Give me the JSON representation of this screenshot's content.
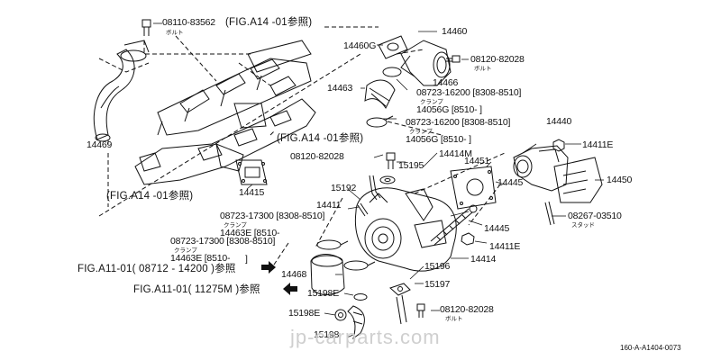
{
  "parts": {
    "p14460": "14460",
    "p14460g": "14460G",
    "p14469": "14469",
    "p14463": "14463",
    "p14466": "14466",
    "p14415": "14415",
    "p14440": "14440",
    "p14450": "14450",
    "p14451": "14451",
    "p14445a": "14445",
    "p14445b": "14445",
    "p14411e_a": "14411E",
    "p14411e_b": "14411E",
    "p14414m": "14414M",
    "p14414": "14414",
    "p14411": "14411",
    "p14468": "14468",
    "p15195": "15195",
    "p15192": "15192",
    "p15196": "15196",
    "p15197": "15197",
    "p15198e_a": "15198E",
    "p15198e_b": "15198E",
    "p15198": "15198"
  },
  "bolts": {
    "b1": "08110-83562",
    "b2": "08120-82028",
    "b3": "08120-82028",
    "b4": "08120-82028",
    "b5": "08267-03510"
  },
  "bolt_jp": {
    "b1": "ボルト",
    "b2": "ボルト",
    "b4": "ボルト",
    "b5": "スタッド"
  },
  "clamps": {
    "c1": "08723-16200 [8308-8510]",
    "c1b": "14056G [8510-    ]",
    "c2": "08723-16200 [8308-8510]",
    "c2b": "14056G [8510-    ]",
    "c3": "08723-17300 [8308-8510]",
    "c3b": "14463E [8510-",
    "c4": "08723-17300 [8308-8510]",
    "c4b": "14463E [8510-",
    "c4c": "]"
  },
  "clamp_jp": {
    "c1": "クランプ",
    "c2": "クランプ",
    "c3": "クランプ",
    "c4": "クランプ"
  },
  "refs": {
    "r1": "(FIG.A14 -01参照)",
    "r2": "(FIG.A14 -01参照)",
    "r3": "(FIG.A14 -01参照)",
    "r4": "FIG.A11-01( 08712 - 14200 )参照",
    "r5": "FIG.A11-01( 11275M )参照"
  },
  "diagram_code": "160-A-A1404-0073",
  "watermark": "jp-carparts.com"
}
